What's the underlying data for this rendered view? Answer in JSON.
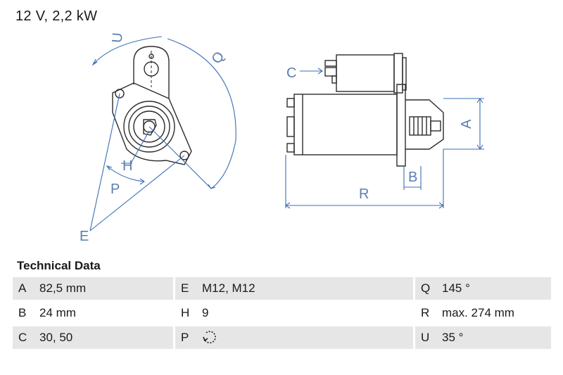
{
  "header": {
    "title": "12 V, 2,2 kW"
  },
  "drawing": {
    "labels": {
      "A": "A",
      "B": "B",
      "C": "C",
      "E": "E",
      "H": "H",
      "P": "P",
      "Q": "Q",
      "R": "R",
      "U": "U"
    },
    "line_color": "#2c2c2c",
    "dim_color": "#3a6fb5"
  },
  "technical_data": {
    "heading": "Technical Data",
    "rows": [
      [
        {
          "key": "A",
          "value": "82,5 mm"
        },
        {
          "key": "E",
          "value": "M12, M12"
        },
        {
          "key": "Q",
          "value": "145 °"
        }
      ],
      [
        {
          "key": "B",
          "value": "24 mm"
        },
        {
          "key": "H",
          "value": "9"
        },
        {
          "key": "R",
          "value": "max. 274 mm"
        }
      ],
      [
        {
          "key": "C",
          "value": "30, 50"
        },
        {
          "key": "P",
          "value": "",
          "icon": "rotation-direction-icon"
        },
        {
          "key": "U",
          "value": "35 °"
        }
      ]
    ]
  }
}
